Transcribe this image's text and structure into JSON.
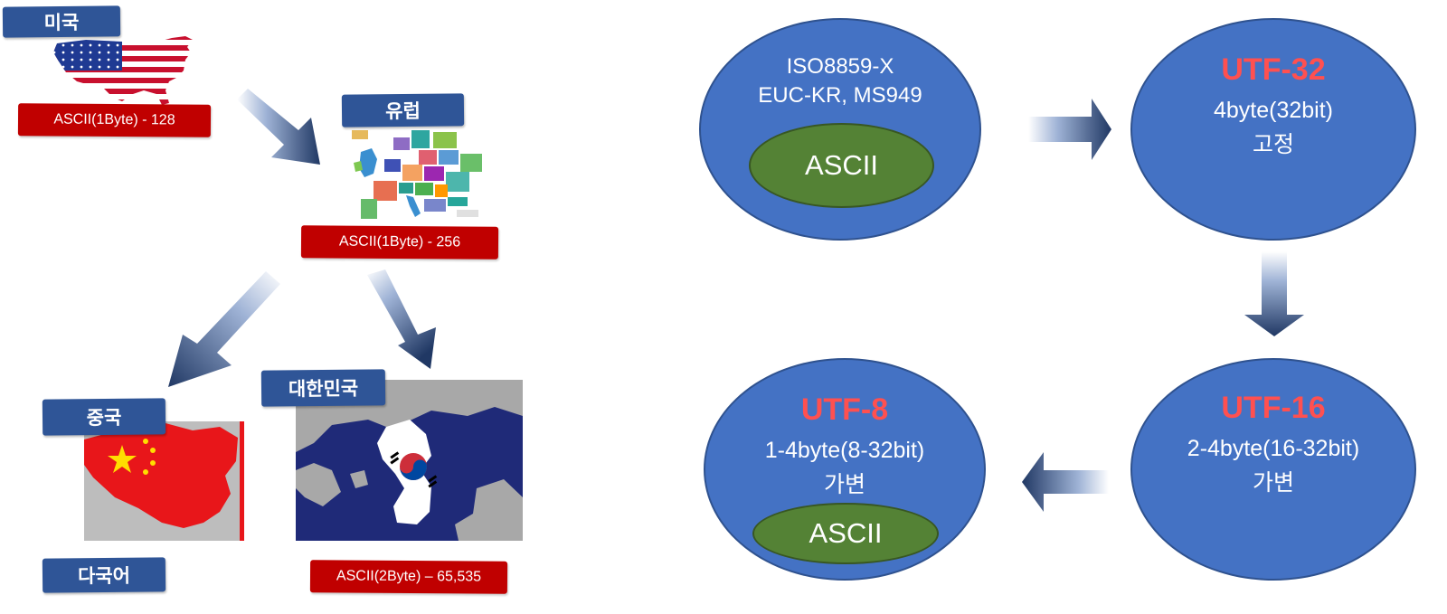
{
  "left": {
    "usa": {
      "title": "미국",
      "label": "ASCII(1Byte) - 128"
    },
    "europe": {
      "title": "유럽",
      "label": "ASCII(1Byte) - 256"
    },
    "china": {
      "title": "중국"
    },
    "korea": {
      "title": "대한민국",
      "label": "ASCII(2Byte) – 65,535"
    },
    "multilingual": {
      "title": "다국어"
    }
  },
  "right": {
    "legacy": {
      "line1": "ISO8859-X",
      "line2": "EUC-KR,  MS949",
      "inner": "ASCII"
    },
    "utf32": {
      "name": "UTF-32",
      "line1": "4byte(32bit)",
      "line2": "고정"
    },
    "utf16": {
      "name": "UTF-16",
      "line1": "2-4byte(16-32bit)",
      "line2": "가변"
    },
    "utf8": {
      "name": "UTF-8",
      "line1": "1-4byte(8-32bit)",
      "line2": "가변",
      "inner": "ASCII"
    }
  },
  "colors": {
    "tag_blue": "#2f5597",
    "label_red": "#c00000",
    "ellipse_blue": "#4472c4",
    "ascii_green": "#548235",
    "utf_red": "#ff5050",
    "arrow_dark": "#2f4f86"
  },
  "icons": [
    "usa-flag-map-icon",
    "europe-map-icon",
    "china-flag-map-icon",
    "korea-flag-map-icon",
    "arrow-icon"
  ]
}
